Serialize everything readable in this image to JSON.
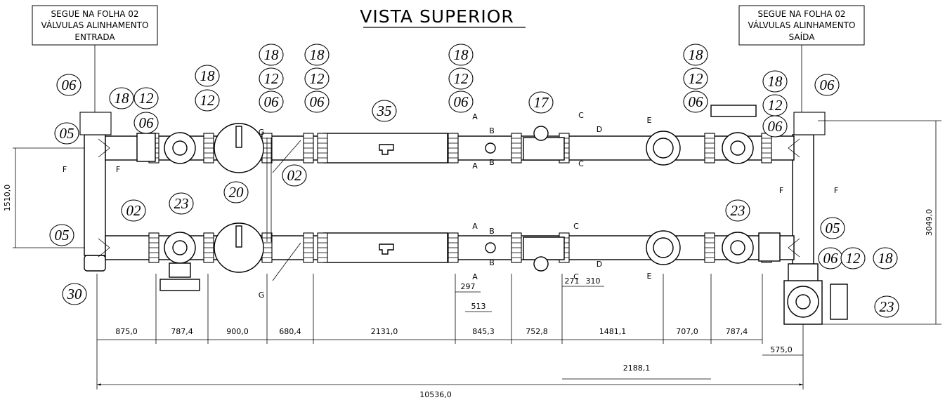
{
  "title": "VISTA SUPERIOR",
  "notes": {
    "left": [
      "SEGUE NA FOLHA 02",
      "VÁLVULAS ALINHAMENTO",
      "ENTRADA"
    ],
    "right": [
      "SEGUE NA FOLHA 02",
      "VÁLVULAS ALINHAMENTO",
      "SAÍDA"
    ]
  },
  "bubbles": [
    "06",
    "05",
    "05",
    "30",
    "02",
    "23",
    "18",
    "12",
    "06",
    "18",
    "12",
    "18",
    "12",
    "06",
    "20",
    "02",
    "18",
    "12",
    "06",
    "35",
    "18",
    "12",
    "06",
    "17",
    "18",
    "12",
    "06",
    "18",
    "12",
    "06",
    "06",
    "23",
    "05",
    "06",
    "12",
    "18",
    "23"
  ],
  "section_marks": [
    "F",
    "F",
    "F",
    "F",
    "G",
    "G",
    "A",
    "A",
    "A",
    "A",
    "B",
    "B",
    "B",
    "B",
    "C",
    "C",
    "C",
    "C",
    "D",
    "D",
    "E",
    "E"
  ],
  "dimensions": {
    "bottom_chain": [
      "875,0",
      "787,4",
      "900,0",
      "680,4",
      "2131,0",
      "845,3",
      "752,8",
      "1481,1",
      "707,0",
      "787,4"
    ],
    "extra": [
      "297",
      "513",
      "271",
      "310",
      "2188,1",
      "575,0"
    ],
    "total": "10536,0",
    "left_vertical": "1510,0",
    "right_vertical": "3049,0"
  }
}
